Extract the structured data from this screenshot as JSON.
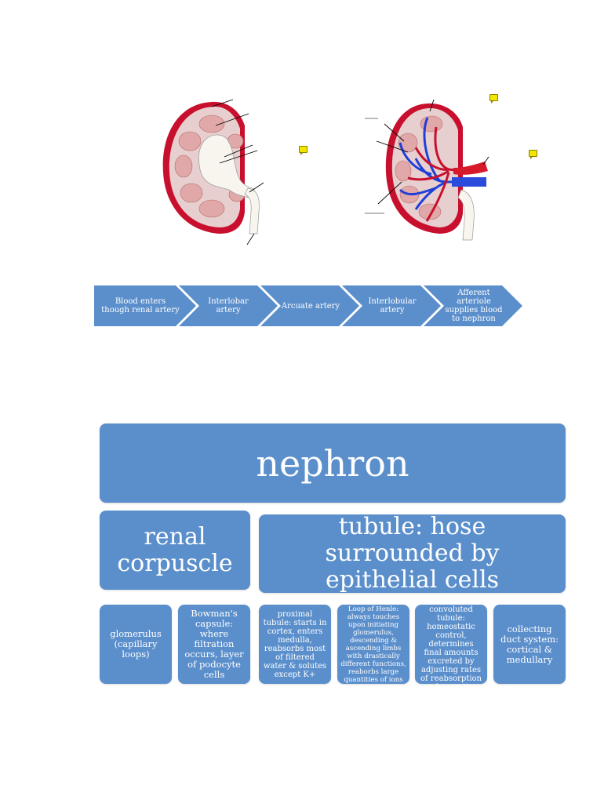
{
  "flow_steps": [
    "Blood enters though renal artery",
    "Interlobar artery",
    "Arcuate artery",
    "Interlobular artery",
    "Afferent arteriole supplies blood to nephron"
  ],
  "nephron": {
    "title": "nephron",
    "corpuscle": "renal corpuscle",
    "tubule": "tubule: hose surrounded by epithelial cells",
    "parts": {
      "glomerulus": "glomerulus (capillary loops)",
      "bowmans": "Bowman's capsule: where filtration occurs, layer of podocyte cells",
      "proximal": "proximal tubule: starts in cortex, enters medulla, reabsorbs most of filtered water & solutes except K+",
      "henle": "Loop of Henle: always touches upon initiating glomerulus, descending & ascending limbs with drastically different functions, reaborbs large quantities of ions",
      "distal": "distal convoluted tubule: homeostatic control, determines final amounts excreted by adjusting rates of reabsorption and secretion",
      "collecting": "collecting duct system: cortical & medullary"
    }
  },
  "colors": {
    "box_blue": "#5b8fcc",
    "chevron_blue": "#5b8fcc",
    "kidney_red": "#c8102e",
    "vein_blue": "#1f3fd6",
    "note_yellow": "#f2e600"
  }
}
